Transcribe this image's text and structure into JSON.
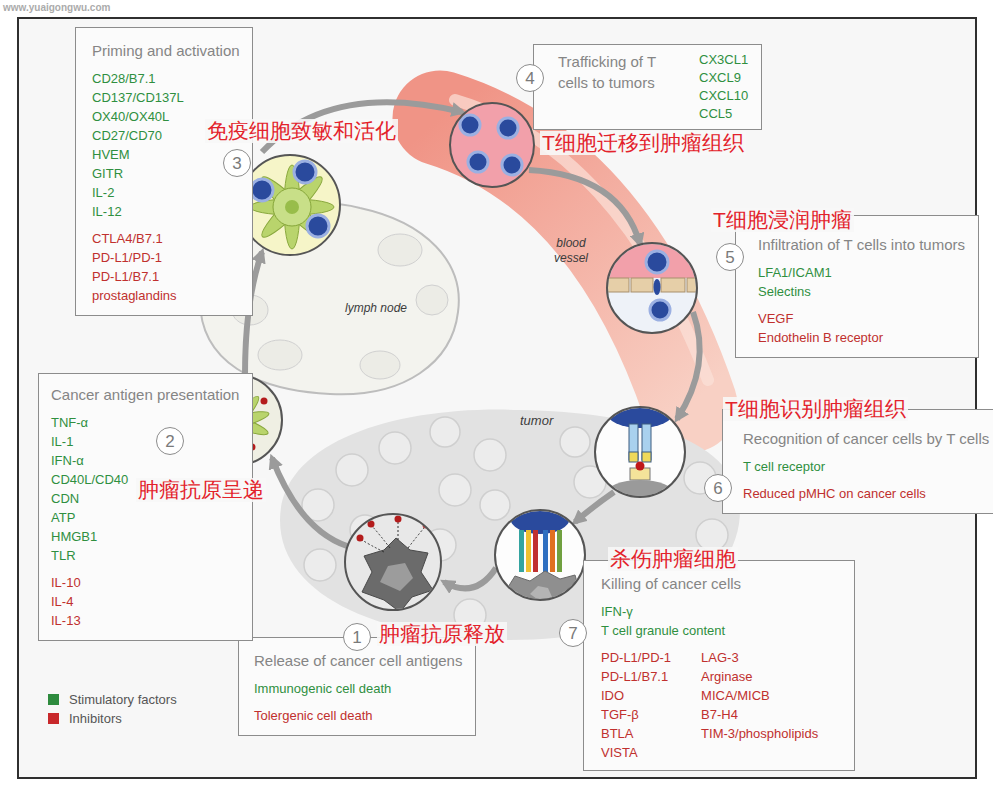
{
  "diagram": {
    "nodes": [
      {
        "text": [
          "1"
        ]
      },
      {
        "text": [
          "Release of cancer cell antigens",
          "Immunogenic cell death",
          "Tolergenic cell death"
        ]
      },
      {
        "text": [
          "2"
        ]
      },
      {
        "text": [
          "Cancer antigen presentation",
          "TNF-α",
          "IL-1",
          "IFN-α",
          "CD40L/CD40",
          "CDN",
          "ATP",
          "HMGB1",
          "TLR",
          "IL-10",
          "IL-4",
          "IL-13"
        ]
      },
      {
        "text": [
          "3"
        ]
      },
      {
        "text": [
          "Priming and activation",
          "CD28/B7.1",
          "CD137/CD137L",
          "OX40/OX40L",
          "CD27/CD70",
          "HVEM",
          "GITR",
          "IL-2",
          "IL-12",
          "CTLA4/B7.1",
          "PD-L1/PD-1",
          "PD-L1/B7.1",
          "prostaglandins"
        ]
      },
      {
        "text": [
          "4"
        ]
      },
      {
        "text": [
          "Trafficking of T cells to tumors",
          "CX3CL1",
          "CXCL9",
          "CXCL10",
          "CCL5"
        ]
      },
      {
        "text": [
          "5"
        ]
      },
      {
        "text": [
          "Infiltration of T cells into tumors",
          "LFA1/ICAM1",
          "Selectins",
          "VEGF",
          "Endothelin B receptor"
        ]
      },
      {
        "text": [
          "6"
        ]
      },
      {
        "text": [
          "Recognition of cancer cells by T cells",
          "T cell receptor",
          "Reduced pMHC on cancer cells"
        ]
      },
      {
        "text": [
          "7"
        ]
      },
      {
        "text": [
          "Killing of cancer cells",
          "IFN-γ",
          "T cell granule content",
          "PD-L1/PD-1",
          "PD-L1/B7.1",
          "IDO",
          "TGF-β",
          "BTLA",
          "VISTA",
          "LAG-3",
          "Arginase",
          "MICA/MICB",
          "B7-H4",
          "TIM-3/phospholipids"
        ]
      }
    ],
    "labels": [
      "www.yuaigongwu.com",
      "免疫细胞致敏和活化",
      "T细胞迁移到肿瘤组织",
      "T细胞浸润肿瘤",
      "T细胞识别肿瘤组织",
      "杀伤肿瘤细胞",
      "肿瘤抗原释放",
      "肿瘤抗原呈递",
      "lymph node",
      "blood vessel",
      "tumor"
    ],
    "legend": [
      {
        "text": "Stimulatory factors",
        "color": "#2e8b3e"
      },
      {
        "text": "Inhibitors",
        "color": "#c8282b"
      }
    ]
  }
}
